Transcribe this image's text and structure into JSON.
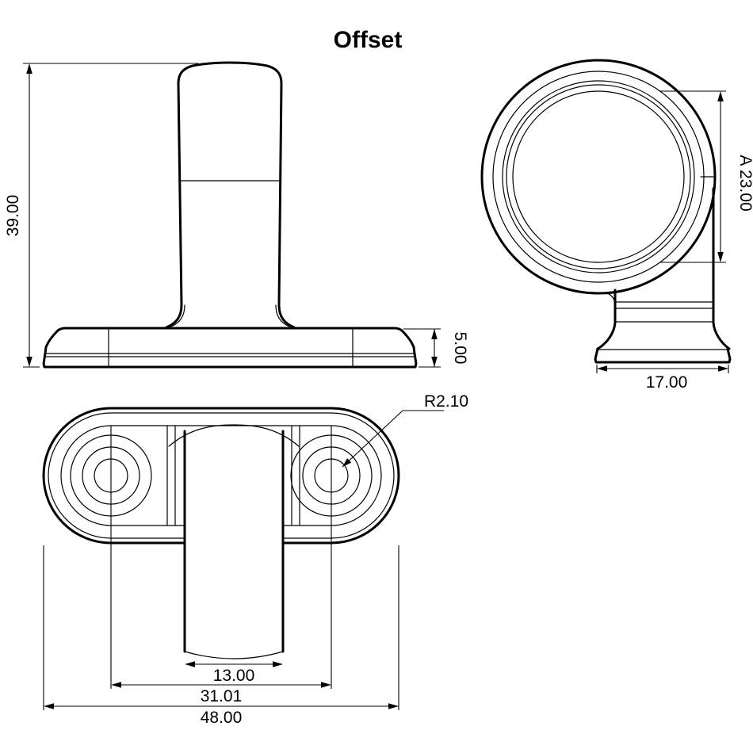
{
  "title": "Offset",
  "colors": {
    "line": "#000000",
    "background": "#ffffff"
  },
  "views": {
    "front_view": {
      "dim_height": "39.00",
      "dim_base_thickness": "5.00"
    },
    "side_view": {
      "dim_bore": "A 23.00",
      "dim_base_width": "17.00"
    },
    "plan_view": {
      "dim_handle_width": "13.00",
      "dim_hole_spacing": "31.01",
      "dim_overall_width": "48.00",
      "dim_hole_radius": "R2.10"
    }
  }
}
